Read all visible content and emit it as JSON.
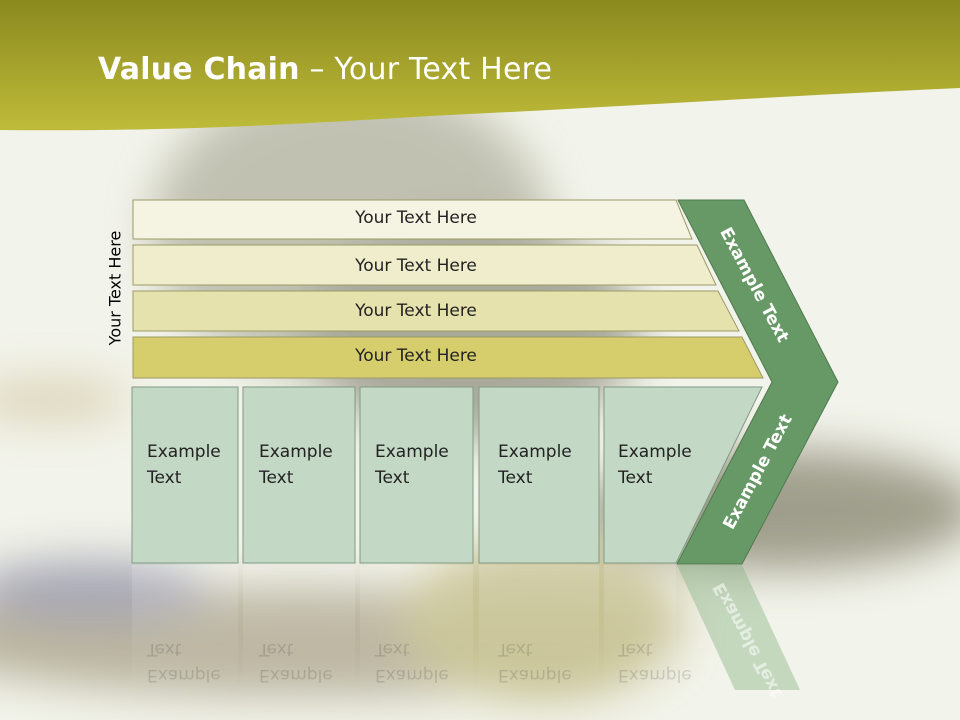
{
  "title": {
    "bold": "Value Chain",
    "rest": " – Your Text Here"
  },
  "side_label": "Your Text Here",
  "bars": [
    {
      "label": "Your Text Here"
    },
    {
      "label": "Your Text Here"
    },
    {
      "label": "Your Text Here"
    },
    {
      "label": "Your Text Here"
    }
  ],
  "boxes": [
    {
      "label": "Example\nText"
    },
    {
      "label": "Example\nText"
    },
    {
      "label": "Example\nText"
    },
    {
      "label": "Example\nText"
    },
    {
      "label": "Example\nText"
    }
  ],
  "chevron": {
    "upper_label": "Example Text",
    "lower_label": "Example Text"
  },
  "colors": {
    "header_olive": "#a9a626",
    "bar_fills": [
      "#f5f4e3",
      "#efedcb",
      "#e6e2ad",
      "#d6ce6c"
    ],
    "box_fill": "#c4d8c6",
    "chevron_green": "#679966"
  }
}
